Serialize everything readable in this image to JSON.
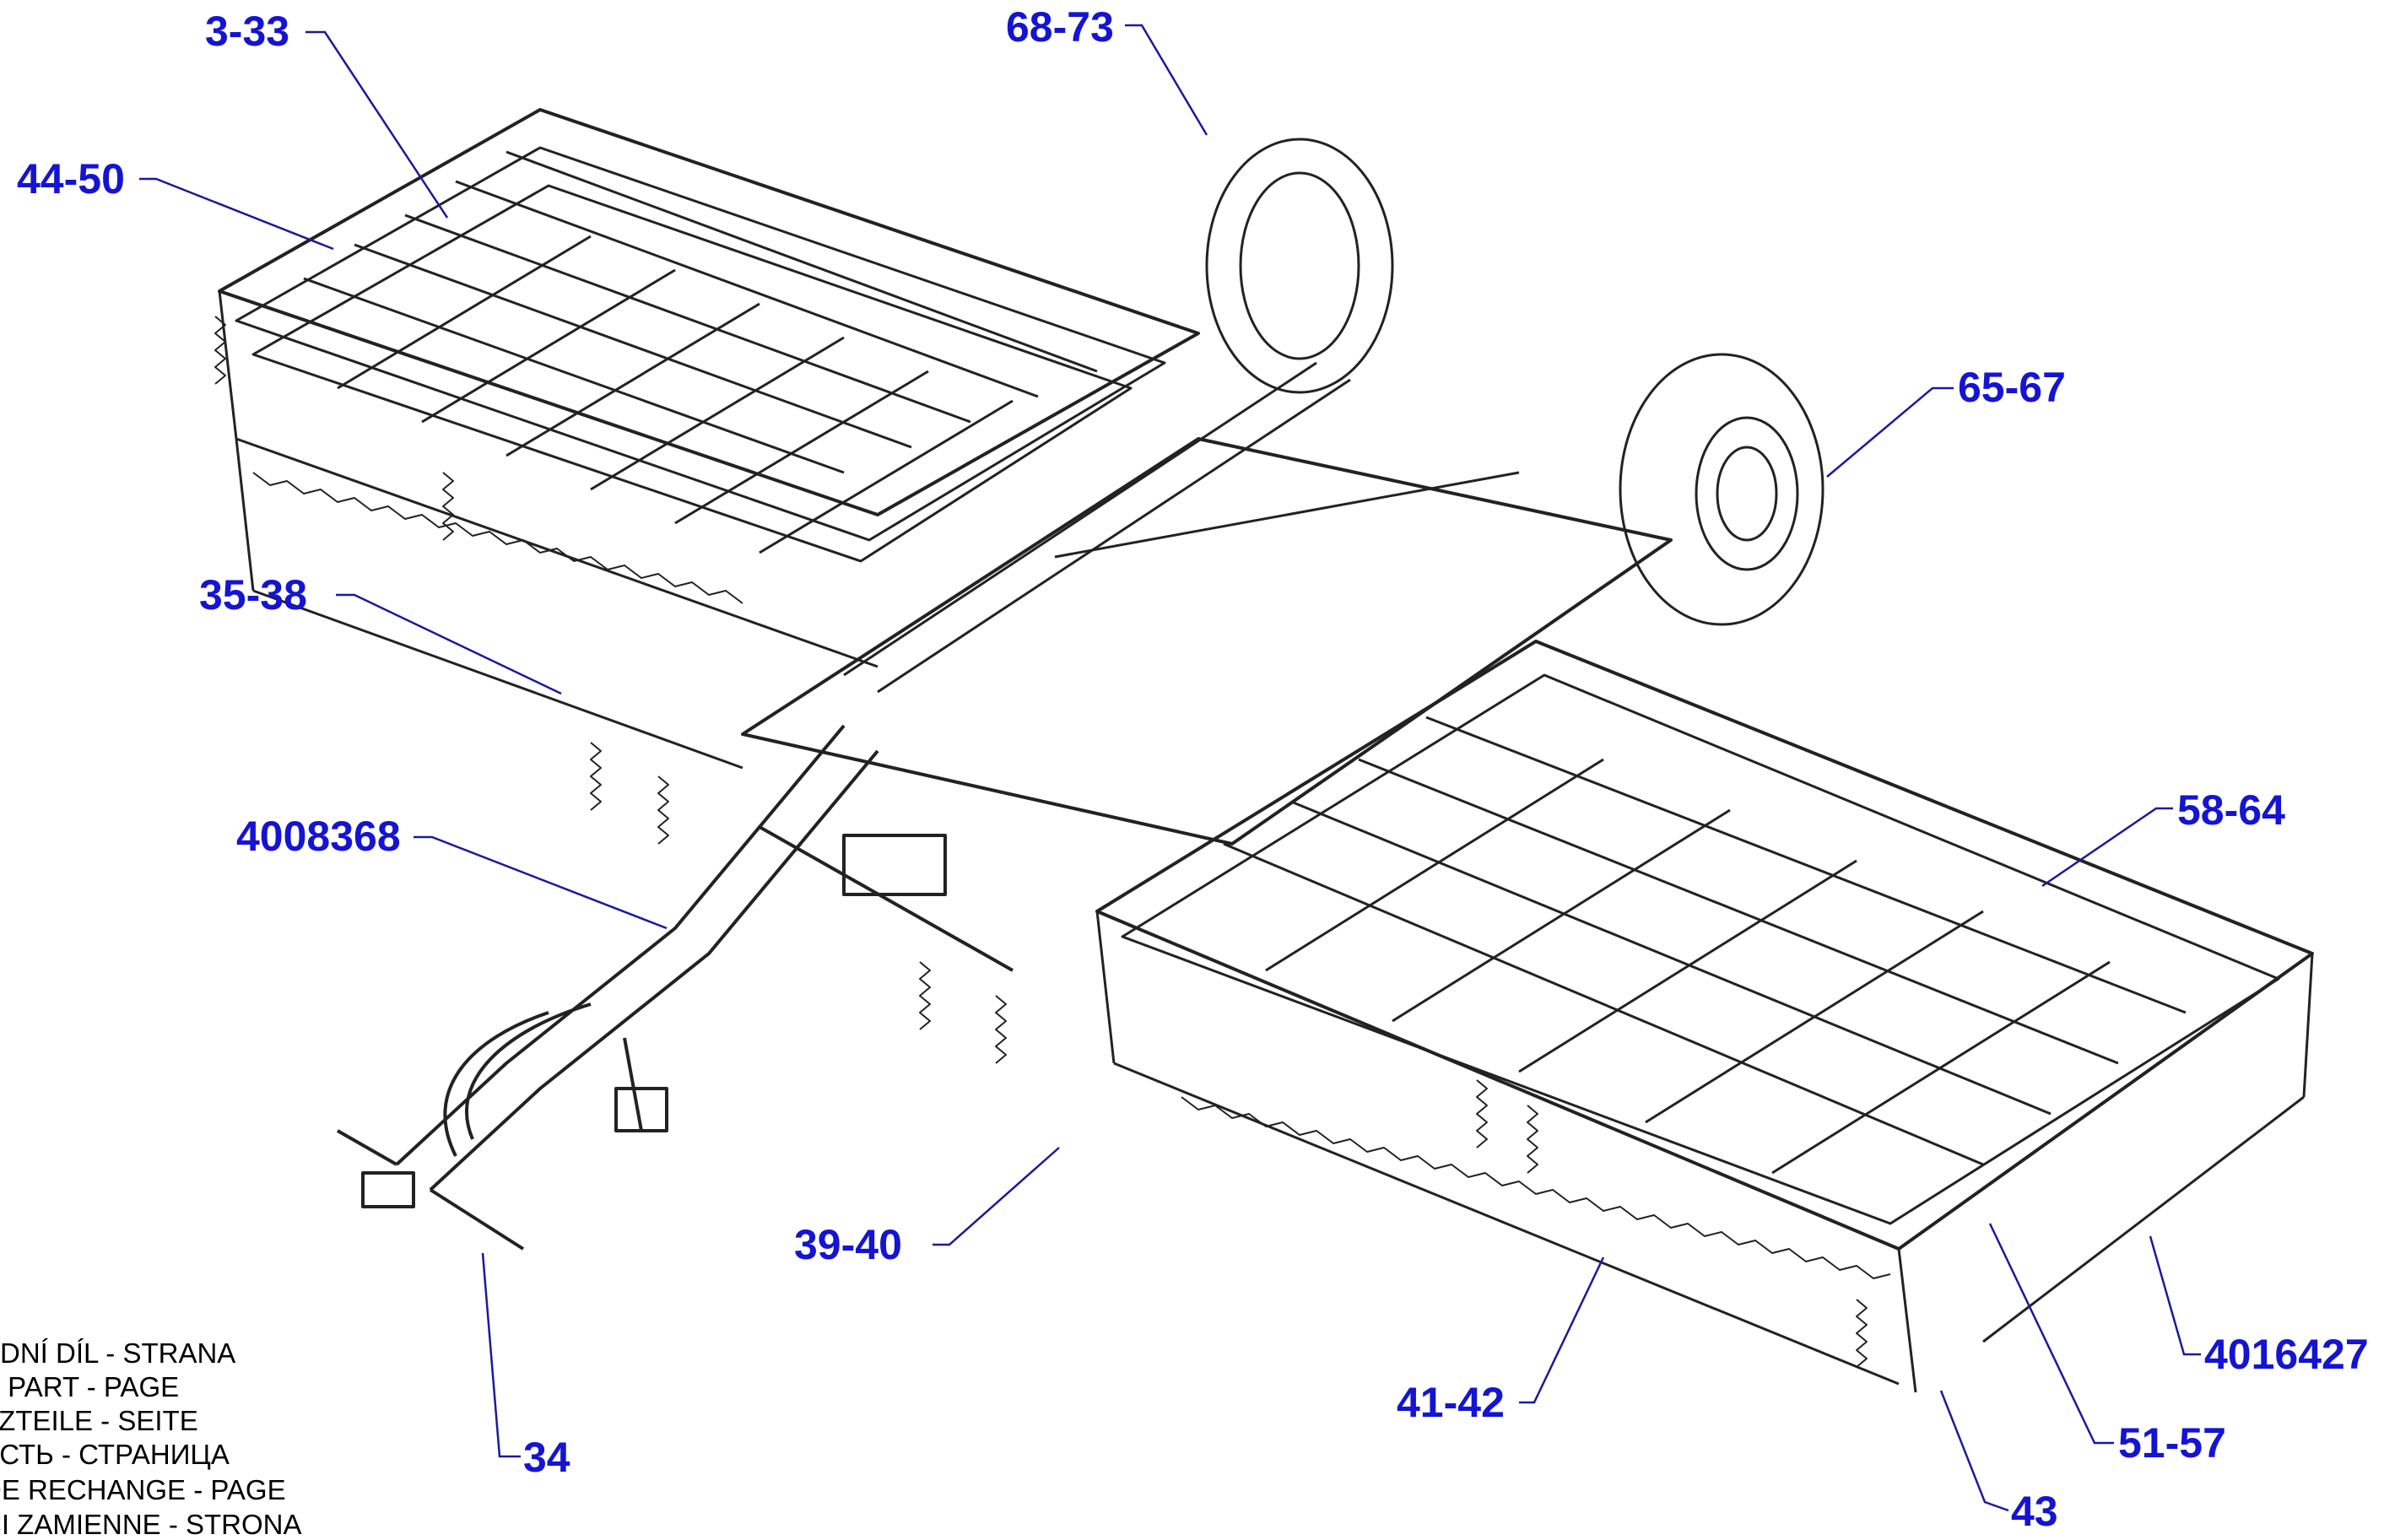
{
  "callouts": [
    {
      "id": "c1",
      "label": "3-33"
    },
    {
      "id": "c2",
      "label": "68-73"
    },
    {
      "id": "c3",
      "label": "44-50"
    },
    {
      "id": "c4",
      "label": "65-67"
    },
    {
      "id": "c5",
      "label": "35-38"
    },
    {
      "id": "c6",
      "label": "58-64"
    },
    {
      "id": "c7",
      "label": "4008368"
    },
    {
      "id": "c8",
      "label": "39-40"
    },
    {
      "id": "c9",
      "label": "4016427"
    },
    {
      "id": "c10",
      "label": "41-42"
    },
    {
      "id": "c11",
      "label": "51-57"
    },
    {
      "id": "c12",
      "label": "34"
    },
    {
      "id": "c13",
      "label": "43"
    }
  ],
  "legend": [
    "ADNÍ DÍL - STRANA",
    "E PART - PAGE",
    "TZTEILE - SEITE",
    "АСТЬ - СТРАНИЦА",
    " DE RECHANGE - PAGE",
    "CI ZAMIENNE - STRONA"
  ],
  "colors": {
    "callout": "#1414d2",
    "leader": "#1a1a9a",
    "lineart": "#222222"
  }
}
